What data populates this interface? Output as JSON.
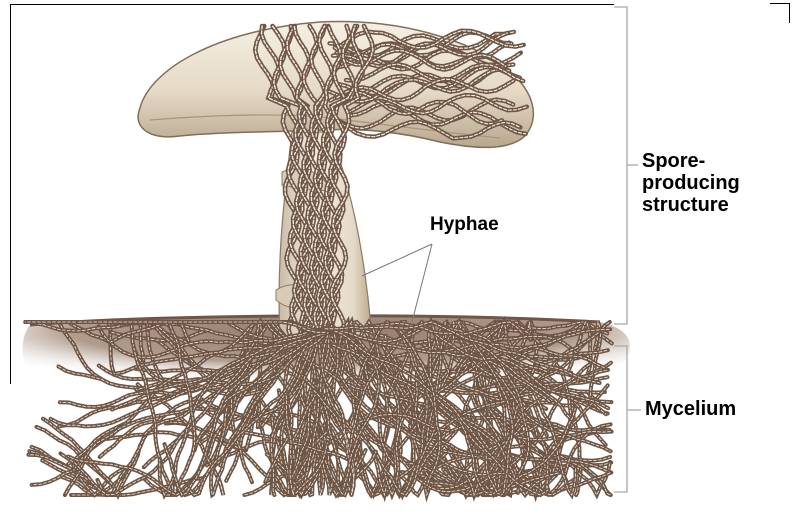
{
  "labels": {
    "hyphae": "Hyphae",
    "spore_structure": [
      "Spore-",
      "producing",
      "structure"
    ],
    "mycelium": "Mycelium"
  },
  "colors": {
    "cap_fill": "#efe6d8",
    "cap_shade": "#b9a990",
    "stalk_fill": "#ede5d6",
    "soil": "#8a6f5a",
    "hypha_stroke": "#6e5646",
    "hypha_fill": "#f4ebe2",
    "bracket": "#a8a8a8",
    "leader": "#777777"
  }
}
